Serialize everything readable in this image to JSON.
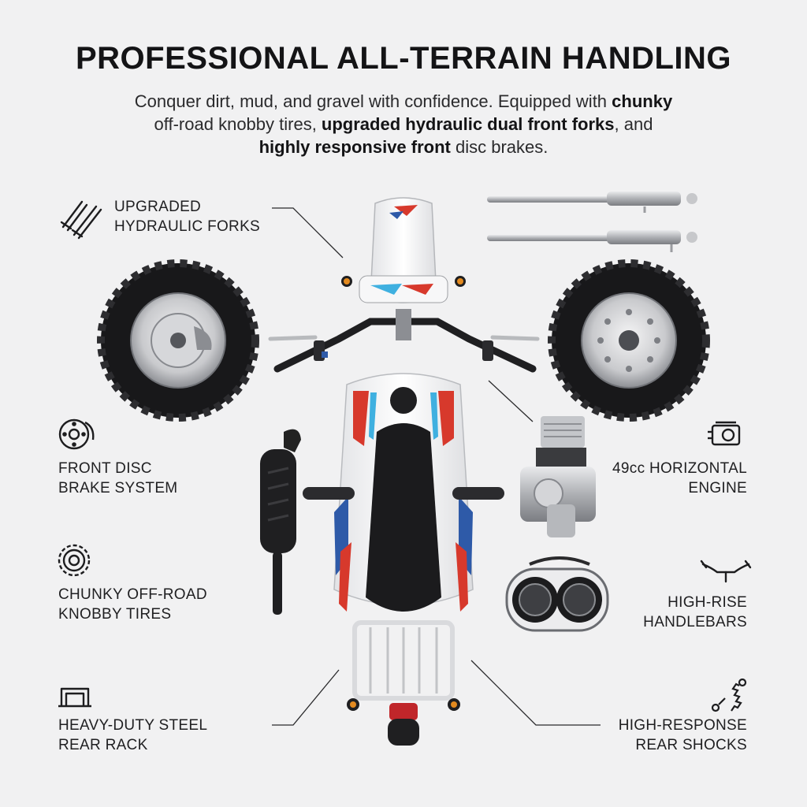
{
  "header": {
    "title": "PROFESSIONAL ALL-TERRAIN HANDLING",
    "subtitle": {
      "p1": "Conquer dirt, mud, and gravel with confidence. Equipped with ",
      "b1": "chunky",
      "p2": "off-road knobby tires, ",
      "b2": "upgraded hydraulic dual front forks",
      "p3": ", and",
      "b3": "highly responsive front",
      "p4": " disc brakes."
    }
  },
  "features": {
    "forks": {
      "line1": "UPGRADED",
      "line2": "HYDRAULIC FORKS",
      "icon": "forks-icon"
    },
    "disc": {
      "line1": "FRONT DISC",
      "line2": "BRAKE SYSTEM",
      "icon": "disc-brake-icon"
    },
    "tires": {
      "line1": "CHUNKY OFF-ROAD",
      "line2": "KNOBBY TIRES",
      "icon": "tire-icon"
    },
    "rack": {
      "line1": "HEAVY-DUTY STEEL",
      "line2": "REAR RACK",
      "icon": "rear-rack-icon"
    },
    "engine": {
      "line1": "49cc HORIZONTAL",
      "line2": "ENGINE",
      "icon": "engine-icon"
    },
    "bars": {
      "line1": "HIGH-RISE",
      "line2": "HANDLEBARS",
      "icon": "handlebar-icon"
    },
    "shocks": {
      "line1": "HIGH-RESPONSE",
      "line2": "REAR SHOCKS",
      "icon": "shock-absorber-icon"
    }
  },
  "colors": {
    "background": "#f1f1f2",
    "text": "#1c1c1e",
    "accent_red": "#d7392c",
    "accent_blue": "#2e5aa8",
    "accent_cyan": "#3fb0e0"
  }
}
